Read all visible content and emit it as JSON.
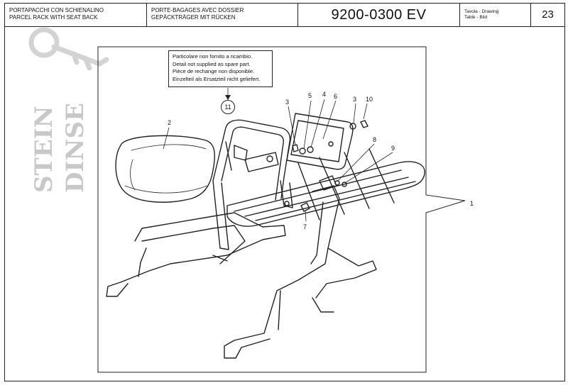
{
  "header": {
    "title_it": "PORTAPACCHI CON SCHIENALINO",
    "title_en": "PARCEL RACK WITH SEAT BACK",
    "title_fr": "PORTE-BAGAGES AVEC DOSSIER",
    "title_de": "GEPÄCKTRÄGER MIT RÜCKEN",
    "code": "9200-0300 EV",
    "tavola_label_1": "Tavola - Drawing",
    "tavola_label_2": "Table - Bild",
    "page_number": "23"
  },
  "note": {
    "line_it": "Particolare non fornito a ricambio.",
    "line_en": "Detail not supplied as spare part.",
    "line_fr": "Pièce de rechange non disponible.",
    "line_de": "Einzelteil als Ersatzteil nicht geliefert."
  },
  "watermark": {
    "word1": "STEIN",
    "word2": "DINSE"
  },
  "callouts": {
    "c1": "1",
    "c2": "2",
    "c3a": "3",
    "c3b": "3",
    "c4": "4",
    "c5": "5",
    "c6": "6",
    "c7": "7",
    "c8": "8",
    "c9": "9",
    "c10": "10",
    "c11": "11"
  }
}
